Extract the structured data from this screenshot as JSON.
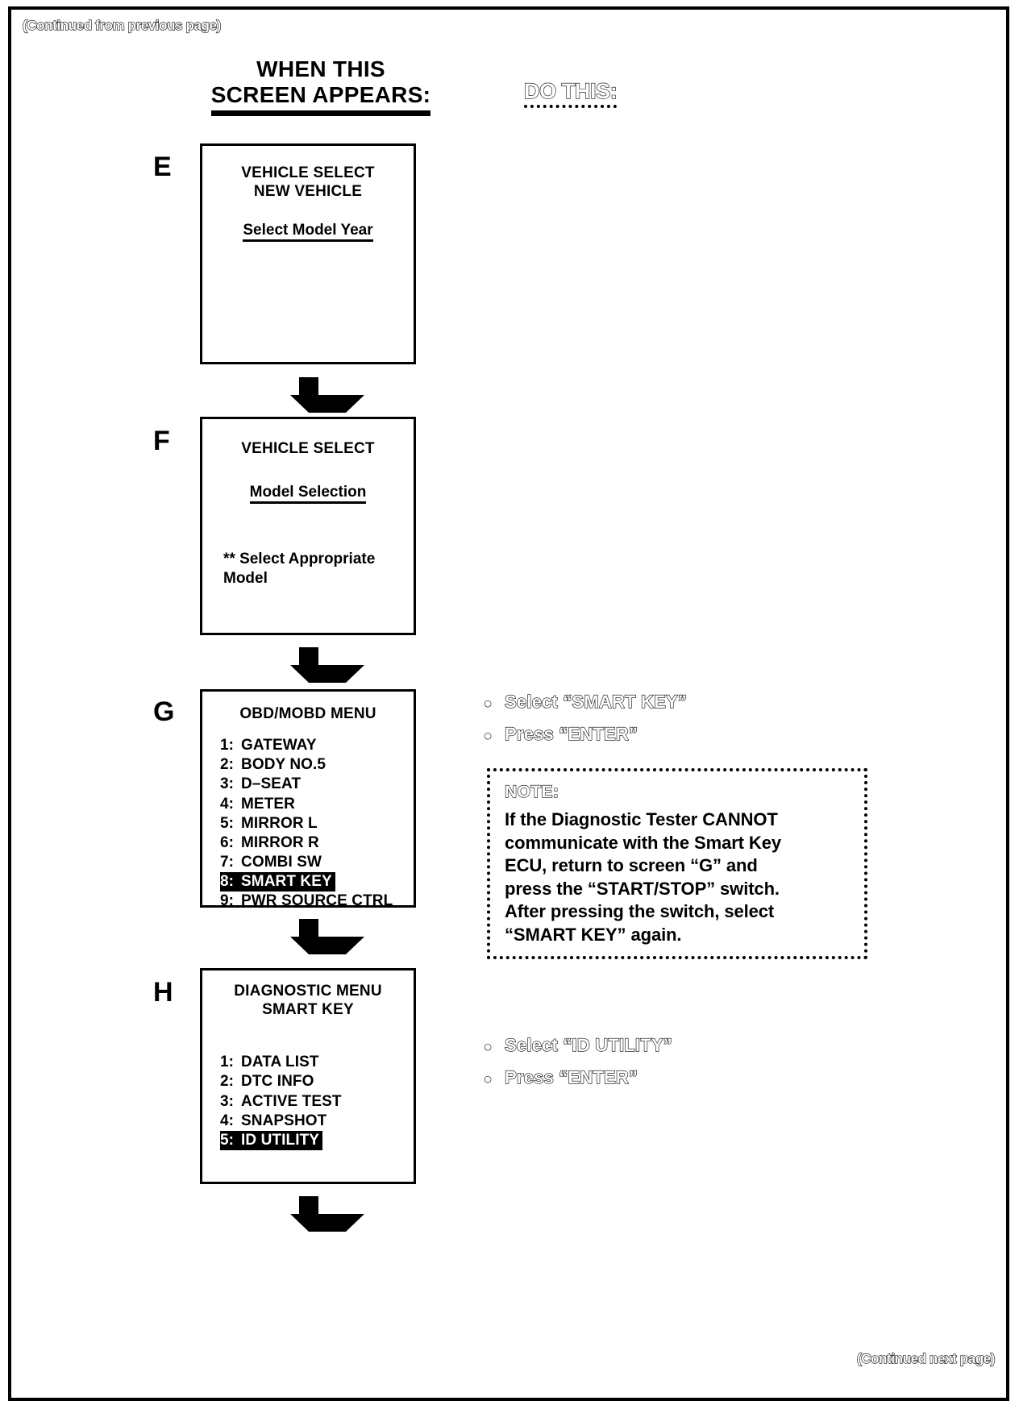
{
  "page": {
    "continued_from": "(Continued from previous page)",
    "continued_next": "(Continued next page)"
  },
  "headers": {
    "left_line1": "WHEN THIS",
    "left_line2": "SCREEN APPEARS:",
    "right": "DO THIS:"
  },
  "screens": [
    {
      "label": "E",
      "title_line1": "VEHICLE SELECT",
      "title_line2": "NEW VEHICLE",
      "subtitle": "Select Model Year"
    },
    {
      "label": "F",
      "title_line1": "VEHICLE SELECT",
      "subtitle": "Model Selection",
      "note_line1": "** Select Appropriate",
      "note_line2": "Model"
    },
    {
      "label": "G",
      "title_line1": "OBD/MOBD MENU",
      "items": [
        {
          "num": "1:",
          "text": "GATEWAY",
          "highlighted": false
        },
        {
          "num": "2:",
          "text": "BODY NO.5",
          "highlighted": false
        },
        {
          "num": "3:",
          "text": "D–SEAT",
          "highlighted": false
        },
        {
          "num": "4:",
          "text": "METER",
          "highlighted": false
        },
        {
          "num": "5:",
          "text": "MIRROR L",
          "highlighted": false
        },
        {
          "num": "6:",
          "text": "MIRROR R",
          "highlighted": false
        },
        {
          "num": "7:",
          "text": "COMBI SW",
          "highlighted": false
        },
        {
          "num": "8:",
          "text": "SMART KEY",
          "highlighted": true
        },
        {
          "num": "9:",
          "text": "PWR SOURCE CTRL",
          "highlighted": false
        }
      ]
    },
    {
      "label": "H",
      "title_line1": "DIAGNOSTIC MENU",
      "title_line2": "SMART KEY",
      "items": [
        {
          "num": "1:",
          "text": "DATA LIST",
          "highlighted": false
        },
        {
          "num": "2:",
          "text": "DTC INFO",
          "highlighted": false
        },
        {
          "num": "3:",
          "text": "ACTIVE TEST",
          "highlighted": false
        },
        {
          "num": "4:",
          "text": "SNAPSHOT",
          "highlighted": false
        },
        {
          "num": "5:",
          "text": "ID UTILITY",
          "highlighted": true
        }
      ]
    }
  ],
  "instructions_g": {
    "bullet1": "Select  “SMART KEY”",
    "bullet2": "Press “ENTER”",
    "bullet_glyph": "●"
  },
  "instructions_h": {
    "bullet1": "Select “ID UTILITY”",
    "bullet2": "Press “ENTER”",
    "bullet_glyph": "●"
  },
  "note": {
    "title": "NOTE:",
    "line1": "If the Diagnostic Tester CANNOT",
    "line2": "communicate with the Smart Key",
    "line3": "ECU, return to screen “G” and",
    "line4": "press the “START/STOP” switch.",
    "line5": "After pressing the switch, select",
    "line6": "“SMART KEY” again."
  },
  "colors": {
    "ink": "#000000",
    "paper": "#ffffff",
    "highlight_bg": "#000000",
    "highlight_fg": "#ffffff"
  }
}
